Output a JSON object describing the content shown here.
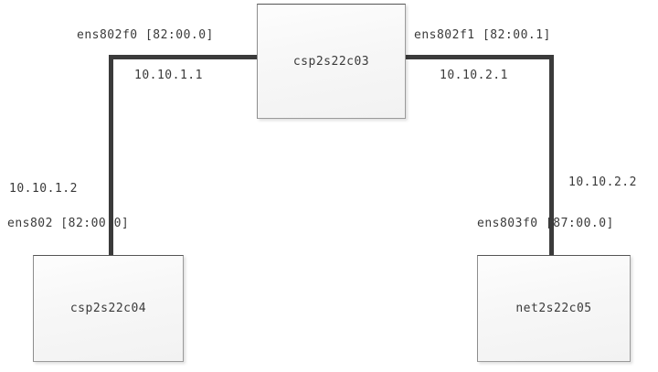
{
  "diagram": {
    "type": "network-topology",
    "nodes": [
      {
        "id": "center",
        "name": "csp2s22c03"
      },
      {
        "id": "left",
        "name": "csp2s22c04"
      },
      {
        "id": "right",
        "name": "net2s22c05"
      }
    ],
    "links": [
      {
        "id": "link-left",
        "from": "csp2s22c03",
        "to": "csp2s22c04",
        "from_interface": "ens802f0 [82:00.0]",
        "from_ip": "10.10.1.1",
        "to_ip": "10.10.1.2",
        "to_interface": "ens802 [82:00.0]"
      },
      {
        "id": "link-right",
        "from": "csp2s22c03",
        "to": "net2s22c05",
        "from_interface": "ens802f1 [82:00.1]",
        "from_ip": "10.10.2.1",
        "to_ip": "10.10.2.2",
        "to_interface": "ens803f0 [87:00.0]"
      }
    ],
    "colors": {
      "link": "#3b3b3b",
      "node_border": "#9a9a9a",
      "node_fill": "#f7f7f7",
      "text": "#3a3a3a",
      "background": "#ffffff"
    }
  }
}
